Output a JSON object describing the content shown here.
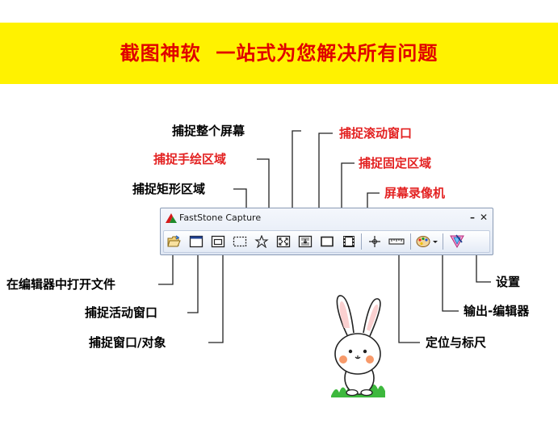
{
  "banner": {
    "title": "截图神软  一站式为您解决所有问题",
    "bg_color": "#fff200",
    "text_color": "#e00000"
  },
  "window": {
    "title": "FastStone Capture",
    "minimize_glyph": "–",
    "close_glyph": "✕"
  },
  "toolbar": {
    "buttons": [
      {
        "icon": "open-folder-icon"
      },
      {
        "icon": "capture-active-window-icon"
      },
      {
        "icon": "capture-window-object-icon"
      },
      {
        "icon": "capture-rectangle-icon"
      },
      {
        "icon": "capture-freehand-icon"
      },
      {
        "icon": "capture-fullscreen-icon"
      },
      {
        "icon": "capture-scrolling-icon"
      },
      {
        "icon": "capture-fixed-region-icon"
      },
      {
        "icon": "screen-recorder-icon"
      },
      {
        "icon": "crosshair-icon"
      },
      {
        "icon": "ruler-icon"
      },
      {
        "icon": "palette-output-icon"
      },
      {
        "icon": "settings-icon"
      }
    ]
  },
  "callouts": {
    "capture_full_screen": "捕捉整个屏幕",
    "capture_freehand": "捕捉手绘区域",
    "capture_rectangle": "捕捉矩形区域",
    "capture_scrolling": "捕捉滚动窗口",
    "capture_fixed_region": "捕捉固定区域",
    "screen_recorder": "屏幕录像机",
    "open_in_editor": "在编辑器中打开文件",
    "capture_active_window": "捕捉活动窗口",
    "capture_window_object": "捕捉窗口/对象",
    "settings": "设置",
    "output_editor": "输出-编辑器",
    "locate_ruler": "定位与标尺"
  },
  "colors": {
    "highlight_label": "#e32222",
    "normal_label": "#000000",
    "toolbar_border": "#8a9bb5"
  }
}
